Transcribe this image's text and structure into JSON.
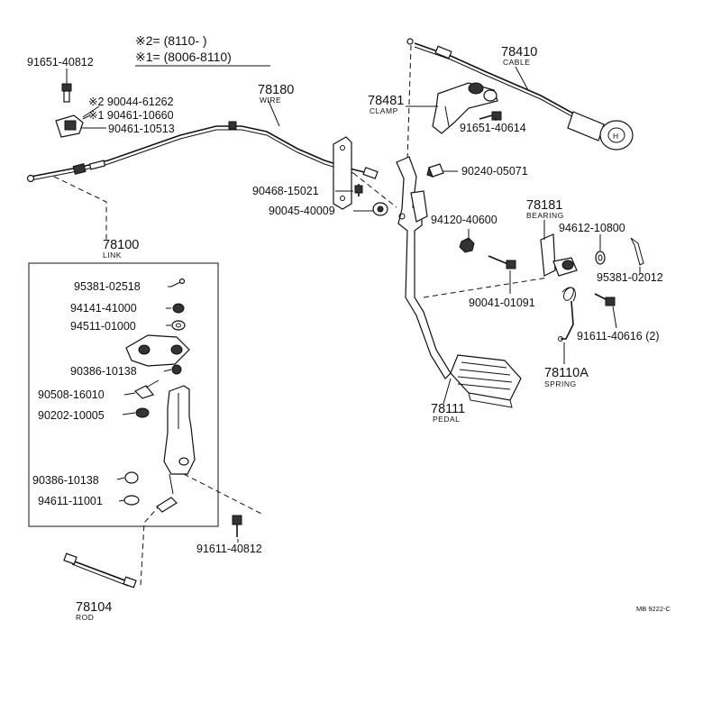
{
  "legend": {
    "note2": "※2= (8110-        )",
    "note1": "※1= (8006-8110)"
  },
  "labels": {
    "p91651_40812": "91651-40812",
    "p90044_61262": "※2 90044-61262",
    "p90461_10660": "※1 90461-10660",
    "p90461_10513": "90461-10513",
    "p78180": "78180",
    "wire": "WIRE",
    "p78410": "78410",
    "cable": "CABLE",
    "p78481": "78481",
    "clamp": "CLAMP",
    "p91651_40614": "91651-40614",
    "p90240_05071": "90240-05071",
    "p90468_15021": "90468-15021",
    "p90045_40009": "90045-40009",
    "p94120_40600": "94120-40600",
    "p78181": "78181",
    "bearing": "BEARING",
    "p94612_10800": "94612-10800",
    "p78100": "78100",
    "link": "LINK",
    "p95381_02518": "95381-02518",
    "p94141_41000": "94141-41000",
    "p94511_01000": "94511-01000",
    "p90041_01091": "90041-01091",
    "p95381_02012": "95381-02012",
    "p91611_40616": "91611-40616 (2)",
    "p90386_10138a": "90386-10138",
    "p78110A": "78110A",
    "spring": "SPRING",
    "p90508_16010": "90508-16010",
    "p78111": "78111",
    "pedal": "PEDAL",
    "p90202_10005": "90202-10005",
    "p90386_10138b": "90386-10138",
    "p94611_11001": "94611-11001",
    "p91611_40812": "91611-40812",
    "p78104": "78104",
    "rod": "ROD",
    "ref_code": "MB 9222-C"
  }
}
